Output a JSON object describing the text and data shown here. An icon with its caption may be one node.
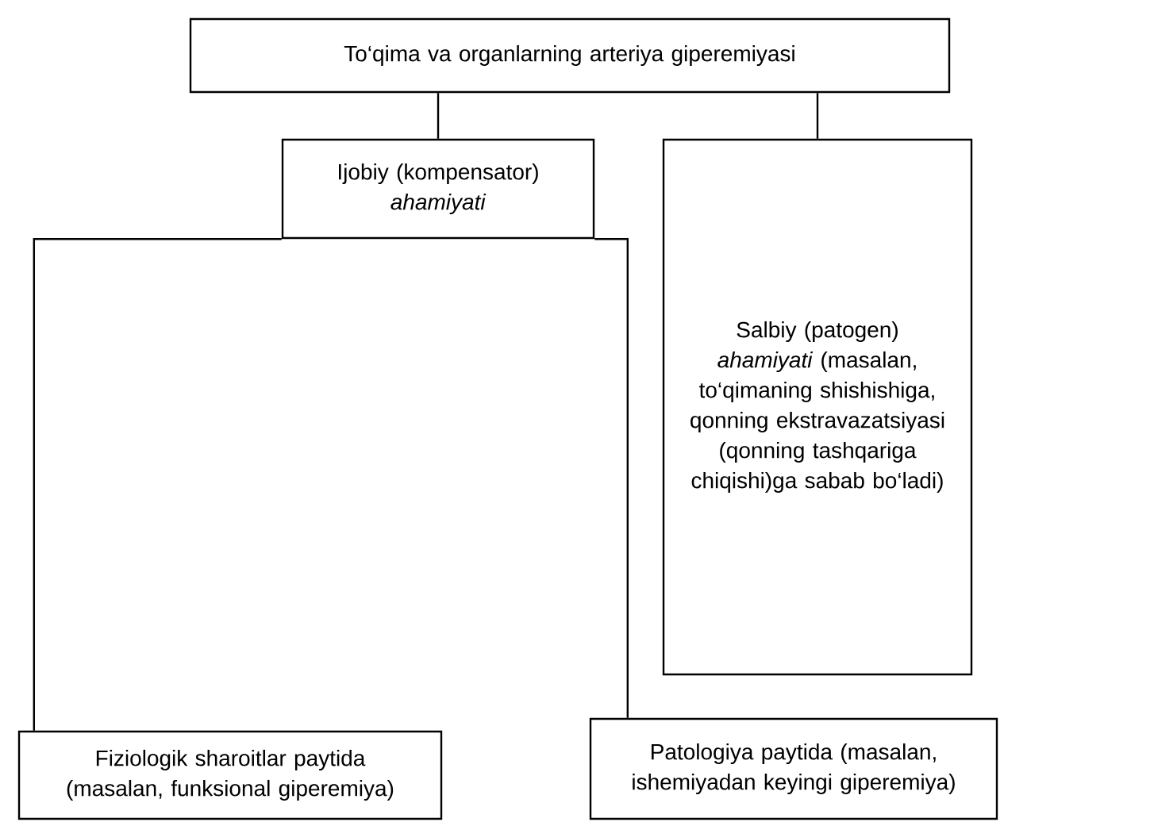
{
  "diagram": {
    "nodes": [
      {
        "text": [
          "To‘qima va organlarning arteriya giperemiyasi"
        ]
      },
      {
        "text": [
          "Ijobiy (kompensator) *ahamiyati*"
        ]
      },
      {
        "text": [
          "Salbiy (patogen) *ahamiyati* (masalan, to‘qimaning shishishiga, qonning ekstravazatsiyasi (qonning tashqariga chiqishi)ga sabab bo‘ladi)"
        ]
      },
      {
        "text": [
          "Fiziologik sharoitlar paytida (masalan, funksional giperemiya)"
        ]
      },
      {
        "text": [
          "Patologiya paytida (masalan, ishemiyadan keyingi giperemiya)"
        ]
      }
    ],
    "edges": [
      {
        "from": 0,
        "to": 1,
        "arrow": "none"
      },
      {
        "from": 0,
        "to": 2,
        "arrow": "none"
      },
      {
        "from": 1,
        "to": 3,
        "arrow": "none"
      },
      {
        "from": 1,
        "to": 4,
        "arrow": "none"
      }
    ]
  }
}
